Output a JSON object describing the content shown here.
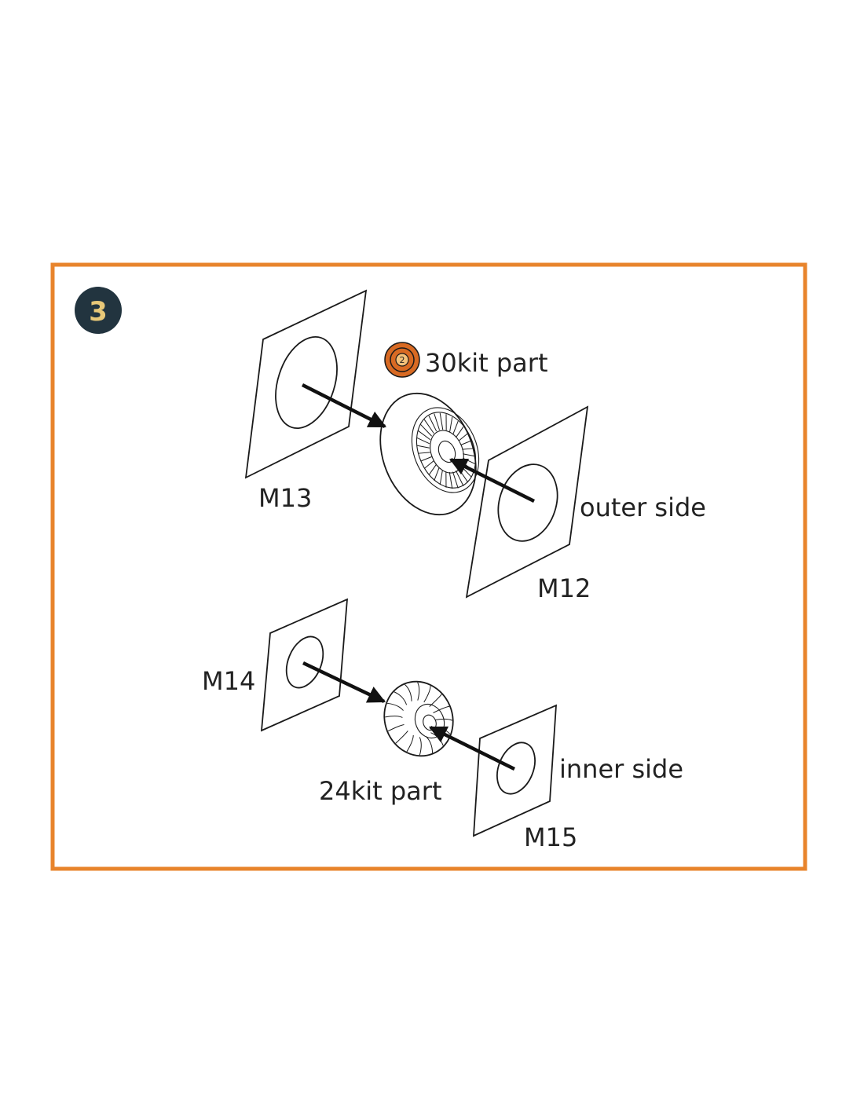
{
  "step": {
    "number": "3"
  },
  "icon": {
    "name": "kit-part-2-icon",
    "number": "2"
  },
  "labels": {
    "kit_part_30": "30kit part",
    "m13": "M13",
    "m12": "M12",
    "outer_side": "outer side",
    "m14": "M14",
    "kit_part_24": "24kit part",
    "inner_side": "inner side",
    "m15": "M15"
  },
  "colors": {
    "frame": "#e8842c",
    "step_badge": "#22343f",
    "step_number": "#e8c878",
    "mask_fill": "#eed2a3",
    "icon_fill": "#d86a23"
  }
}
